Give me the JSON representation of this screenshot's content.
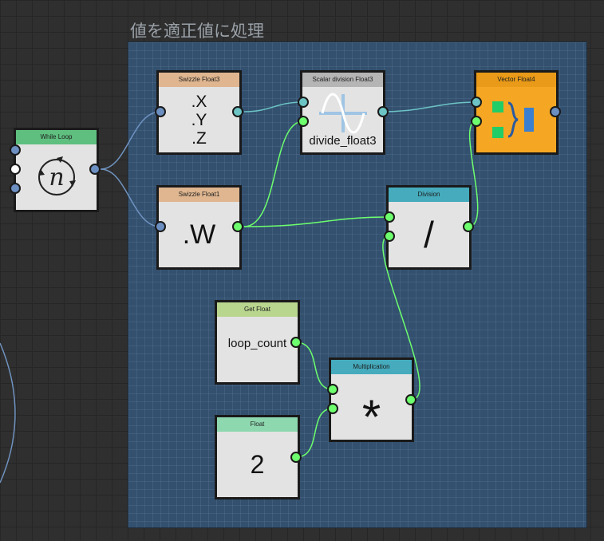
{
  "group": {
    "title": "値を適正値に処理"
  },
  "nodes": {
    "while_loop": {
      "header": "While Loop",
      "header_color": "#5fbf7f"
    },
    "swizzle_float3": {
      "header": "Swizzle Float3",
      "header_color": "#dfb690",
      "outputs": [
        ".X",
        ".Y",
        ".Z"
      ]
    },
    "scalar_division": {
      "header": "Scalar division Float3",
      "header_color": "#b5b5b5",
      "label": "divide_float3"
    },
    "vector_float4": {
      "header": "Vector Float4",
      "header_color": "#e89a18",
      "body_color": "#f5a623"
    },
    "swizzle_float1": {
      "header": "Swizzle Float1",
      "header_color": "#dfb690",
      "label": ".W"
    },
    "division": {
      "header": "Division",
      "header_color": "#45abbd",
      "label": "/"
    },
    "get_float": {
      "header": "Get Float",
      "header_color": "#b9d68f",
      "label": "loop_count"
    },
    "multiplication": {
      "header": "Multiplication",
      "header_color": "#45abbd",
      "label": "*"
    },
    "float": {
      "header": "Float",
      "header_color": "#8ed8b0",
      "label": "2"
    }
  },
  "colors": {
    "wire_blue": "#6f93c0",
    "wire_teal": "#6cc4c4",
    "wire_green": "#6dff6d"
  }
}
